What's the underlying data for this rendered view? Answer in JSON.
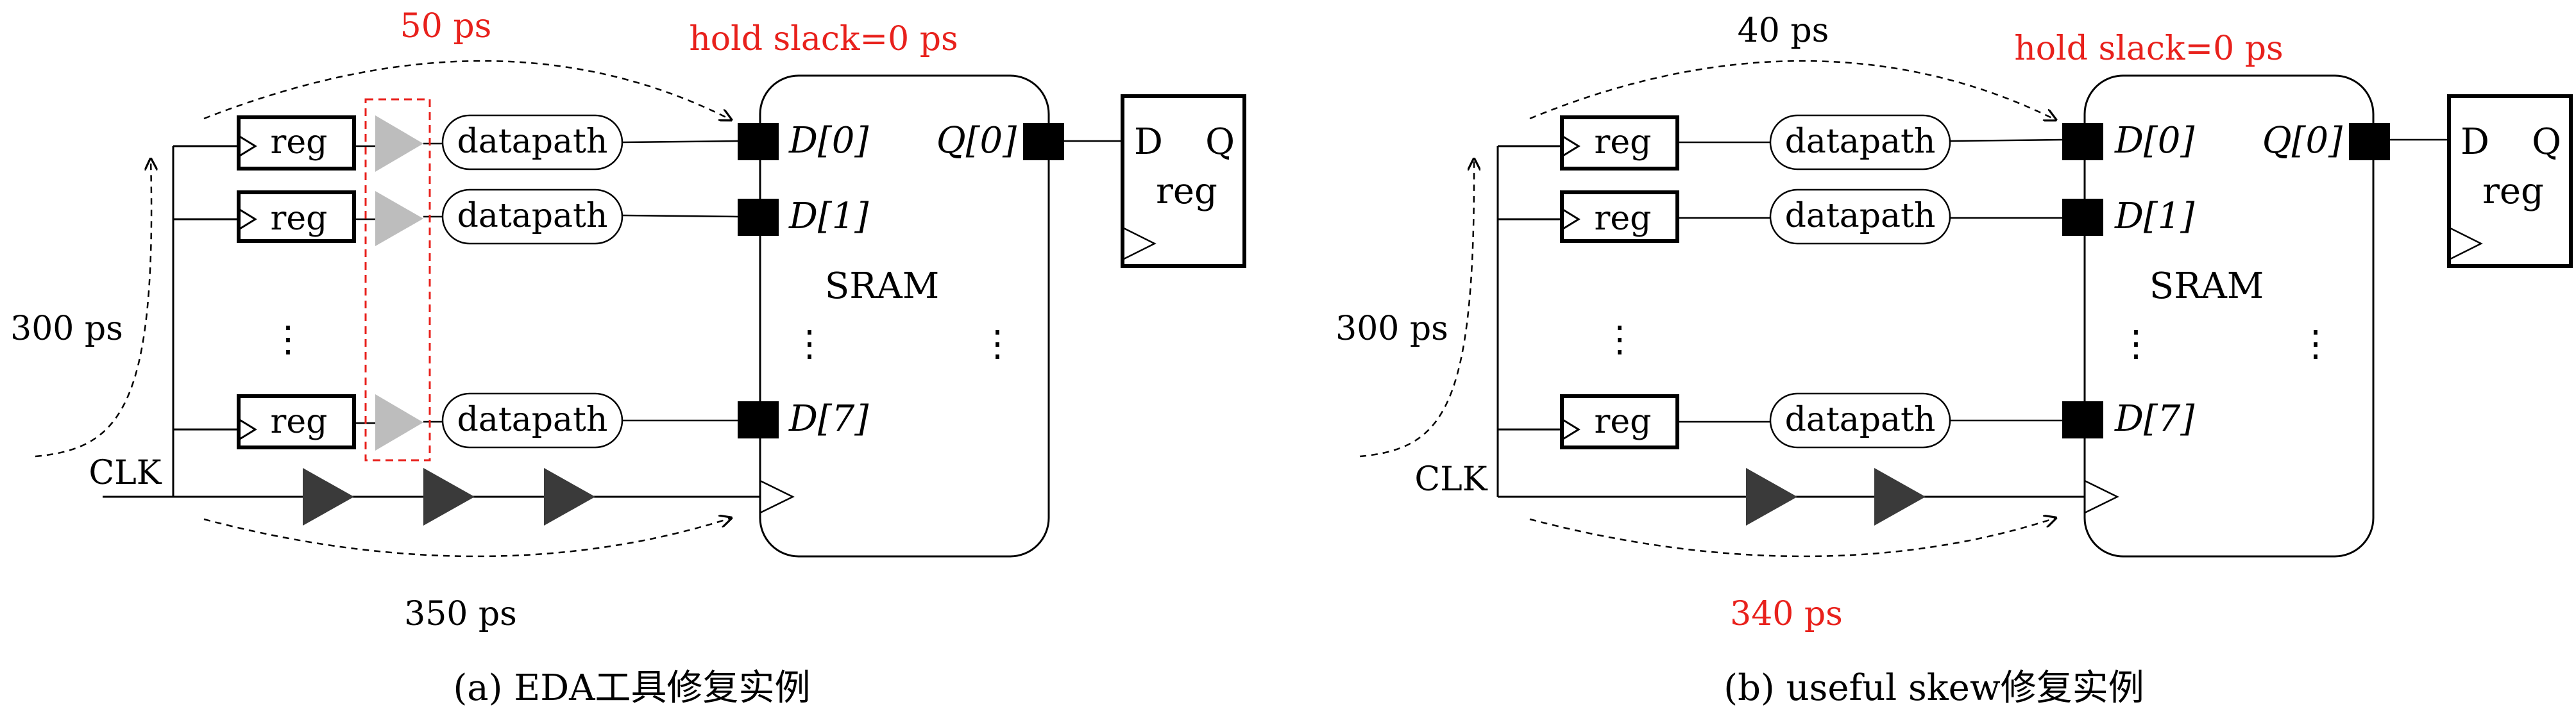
{
  "panels": [
    {
      "id": "a",
      "caption": "(a) EDA工具修复实例",
      "hold_slack": "hold slack=0 ps",
      "buffer_delay": "50 ps",
      "clk_label": "CLK",
      "launch_delay": "300 ps",
      "capture_delay": "350 ps",
      "reg_label": "reg",
      "datapath_label": "datapath",
      "sram_label": "SRAM",
      "pin_d0": "D[0]",
      "pin_d1": "D[1]",
      "pin_d7": "D[7]",
      "pin_q0": "Q[0]",
      "out_d": "D",
      "out_q": "Q",
      "ellipsis": "⋮",
      "clock_buffers": 3
    },
    {
      "id": "b",
      "caption": "(b) useful skew修复实例",
      "hold_slack": "hold slack=0 ps",
      "buffer_delay": "40 ps",
      "clk_label": "CLK",
      "launch_delay": "300 ps",
      "capture_delay": "340 ps",
      "reg_label": "reg",
      "datapath_label": "datapath",
      "sram_label": "SRAM",
      "pin_d0": "D[0]",
      "pin_d1": "D[1]",
      "pin_d7": "D[7]",
      "pin_q0": "Q[0]",
      "out_d": "D",
      "out_q": "Q",
      "ellipsis": "⋮",
      "clock_buffers": 2
    }
  ],
  "colors": {
    "ink": "#000000",
    "highlight": "#e8211c",
    "clock_buffer": "#3a3a3a",
    "hold_buffer": "#bdbdbd"
  }
}
